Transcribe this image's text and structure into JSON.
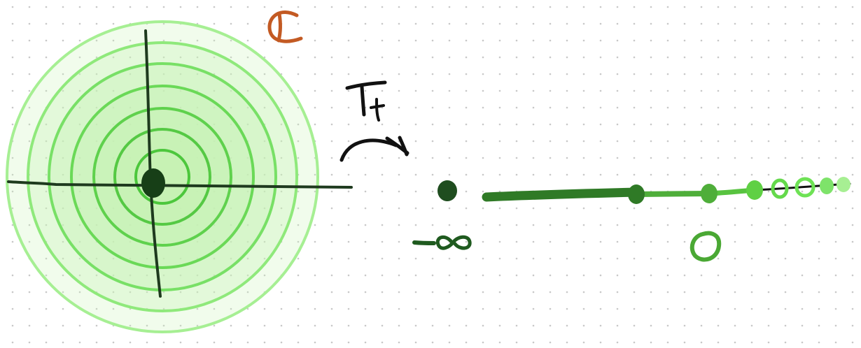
{
  "labels": {
    "complex_plane": "ℂ",
    "map": "T",
    "map_subscript": "t",
    "neg_infinity": "-∞",
    "zero": "0"
  },
  "colors": {
    "background": "#ffffff",
    "grid_dot": "#c8c8c8",
    "axis": "#1e3a1e",
    "center_dot": "#173f17",
    "ring_fill": "#c6f2b4",
    "ring_stroke_outer": "#a6ef93",
    "ring_stroke_inner": "#4cc73c",
    "line_dark": "#2f7a26",
    "line_mid": "#4fae3a",
    "line_light": "#63d64a",
    "label_c": "#c35a23",
    "label_map": "#111111",
    "label_zero": "#4aa834",
    "label_neg_inf": "#1f5a1f",
    "arrow": "#111111"
  },
  "icons": {
    "arrow": "curved-arrow-icon"
  }
}
